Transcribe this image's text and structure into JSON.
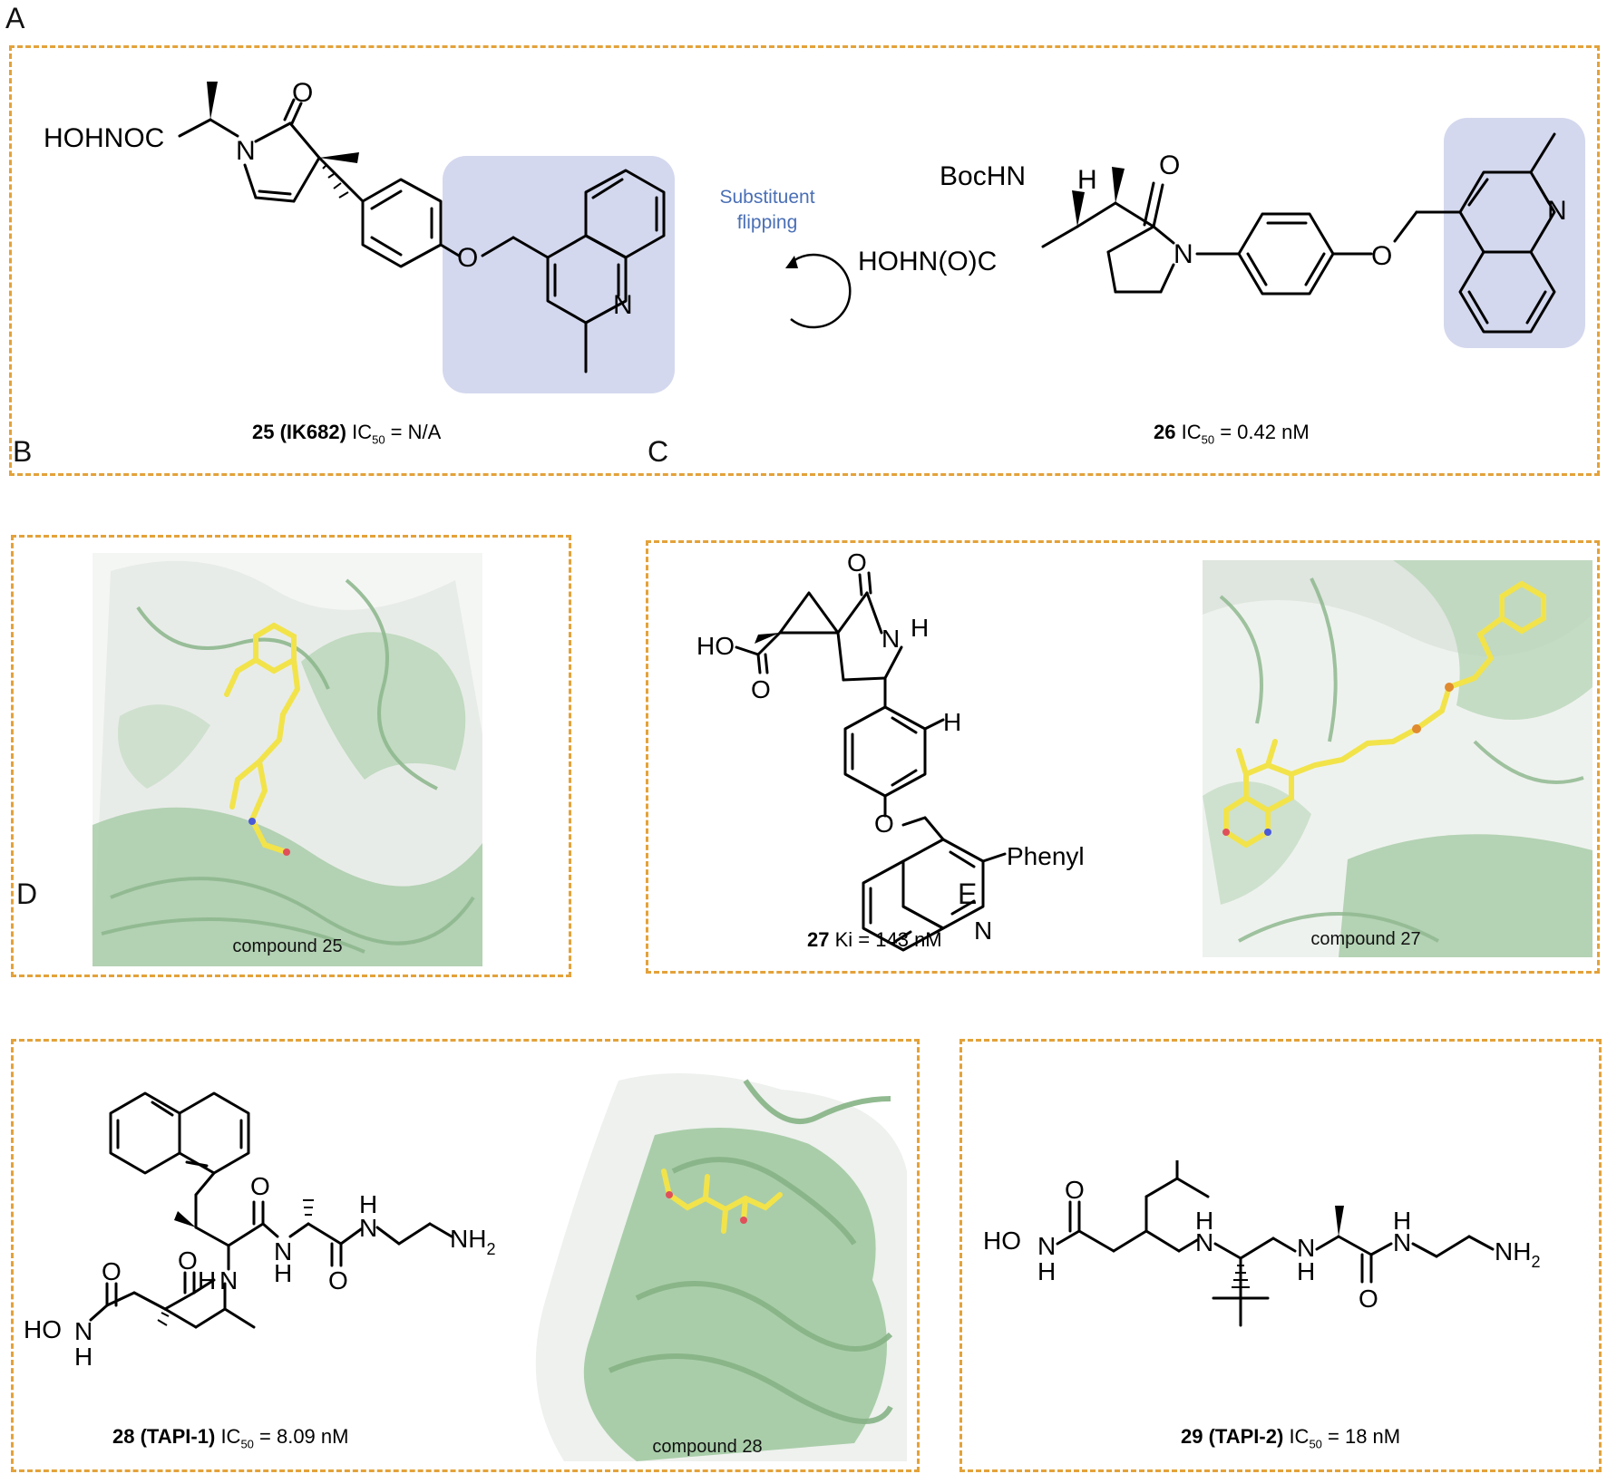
{
  "panels": {
    "A": {
      "letter": "A"
    },
    "B": {
      "letter": "B"
    },
    "C": {
      "letter": "C"
    },
    "D": {
      "letter": "D"
    },
    "E": {
      "letter": "E"
    }
  },
  "panelA": {
    "flip_text_line1": "Substituent",
    "flip_text_line2": "flipping",
    "c25_atoms": {
      "left_group": "HOHNOC",
      "ring_n": "N",
      "carbonyl_o": "O",
      "ether_o": "O",
      "quin_n": "N"
    },
    "c26_atoms": {
      "boc": "BocHN",
      "h": "H",
      "left_group": "HOHN(O)C",
      "carbonyl_o": "O",
      "ring_n": "N",
      "ether_o": "O",
      "quin_n": "N"
    },
    "cap25": {
      "id": "25",
      "name": "(IK682)",
      "metric": "IC",
      "sub": "50",
      "value": " = N/A"
    },
    "cap26": {
      "id": "26",
      "metric": "IC",
      "sub": "50",
      "value": " = 0.42 nM"
    }
  },
  "panelB": {
    "render_label": "compound 25"
  },
  "panelC": {
    "c27_atoms": {
      "o_top": "O",
      "nh": "N",
      "h_nh": "H",
      "ho": "HO",
      "acid_o": "O",
      "ar_h": "H",
      "ether_o": "O",
      "phenyl": "Phenyl",
      "quin_n": "N"
    },
    "cap27": {
      "id": "27",
      "metric": "Ki",
      "value": " = 143 nM"
    },
    "render_label": "compound 27"
  },
  "panelD": {
    "c28_atoms": {
      "o1": "O",
      "o2": "O",
      "o3": "O",
      "o4": "O",
      "nh1_h": "H",
      "nh1_n": "N",
      "nh2_n": "N",
      "nh2_h": "H",
      "nh3_n": "N",
      "nh3_h": "H",
      "nh2": "NH",
      "nh2_sub": "2",
      "hon": "HO",
      "n_hydrox": "N",
      "h_hydrox": "H"
    },
    "cap28": {
      "id": "28",
      "name": "(TAPI-1)",
      "metric": "IC",
      "sub": "50",
      "value": " = 8.09 nM"
    },
    "render_label": "compound 28"
  },
  "panelE": {
    "c29_atoms": {
      "o1": "O",
      "ho": "HO",
      "n1": "N",
      "h1": "H",
      "h2": "H",
      "n2": "N",
      "n3": "N",
      "h3": "H",
      "o2": "O",
      "h4": "H",
      "n4": "N",
      "nh2": "NH",
      "nh2_sub": "2"
    },
    "cap29": {
      "id": "29",
      "name": "(TAPI-2)",
      "metric": "IC",
      "sub": "50",
      "value": " = 18 nM"
    }
  },
  "colors": {
    "panel_border": "#e3a23a",
    "highlight": "#d4d8ee",
    "flip_text": "#4a6fb5",
    "protein": "#9cc59c",
    "ligand": "#f2e34a"
  }
}
